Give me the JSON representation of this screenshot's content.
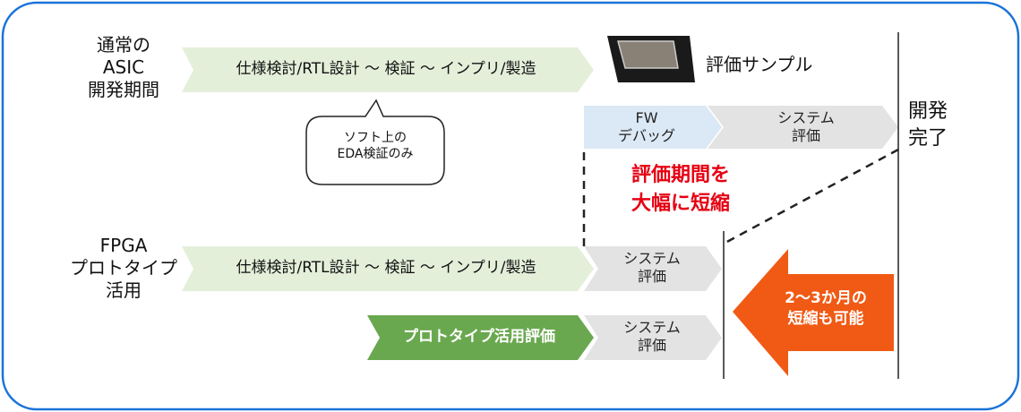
{
  "rows": {
    "asic_label_lines": [
      "通常の",
      "ASIC",
      "開発期間"
    ],
    "fpga_label_lines": [
      "FPGA",
      "プロトタイプ",
      "活用"
    ]
  },
  "arrows": {
    "asic_flow": "仕様検討/RTL設計 〜 検証 〜 インプリ/製造",
    "fw_debug_lines": [
      "FW",
      "デバッグ"
    ],
    "system_eval_lines": [
      "システム",
      "評価"
    ],
    "fpga_flow": "仕様検討/RTL設計 〜 検証 〜 インプリ/製造",
    "fpga_system_eval_lines": [
      "システム",
      "評価"
    ],
    "prototype_eval": "プロトタイプ活用評価",
    "prototype_system_eval_lines": [
      "システム",
      "評価"
    ]
  },
  "callout": {
    "lines": [
      "ソフト上の",
      "EDA検証のみ"
    ]
  },
  "chip_label": "評価サンプル",
  "dev_complete_lines": [
    "開発",
    "完了"
  ],
  "highlight": {
    "lines": [
      "評価期間を",
      "大幅に短縮"
    ],
    "color": "#e60012"
  },
  "reduction_arrow": {
    "lines": [
      "2〜3か月の",
      "短縮も可能"
    ],
    "color": "#f05a14"
  },
  "colors": {
    "frame_border": "#1a73d9",
    "asic_arrow": "#e4efda",
    "fw_arrow": "#dbe8f5",
    "system_arrow": "#e3e3e3",
    "prototype_arrow": "#6aa84f"
  }
}
